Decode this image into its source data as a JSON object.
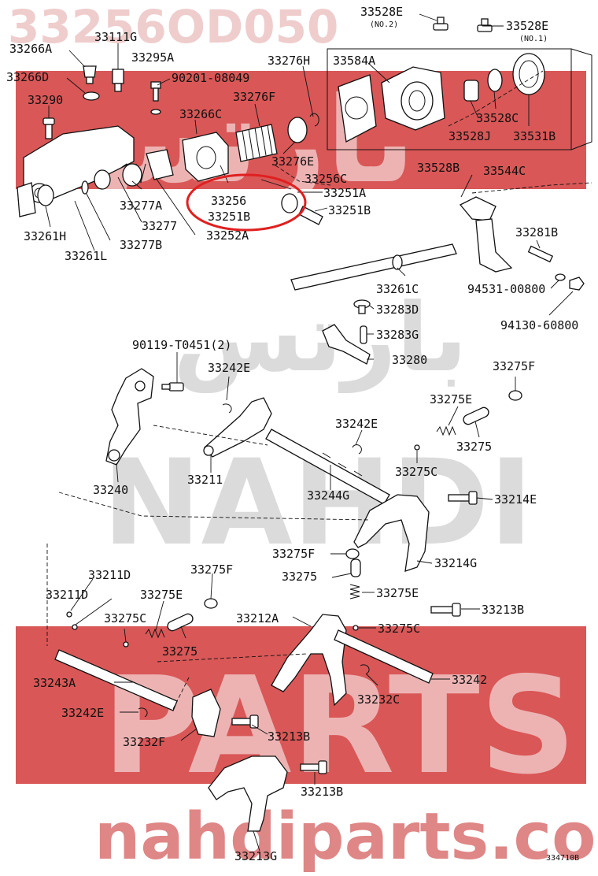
{
  "watermark": {
    "top_code": "33256OD050",
    "arabic": "بارتس",
    "nahdi": "NAHDI",
    "parts": "PARTS",
    "site": "nahdiparts.com",
    "colors": {
      "band": "#d23a3a",
      "site": "#d86868"
    }
  },
  "diagram_code": "334710B",
  "highlight": {
    "color": "#e02020",
    "parts": [
      "33256",
      "33251B"
    ]
  },
  "labels": {
    "p33528E_2": "33528E",
    "no2": "(NO.2)",
    "p33528E_1": "33528E",
    "no1": "(NO.1)",
    "p33266A": "33266A",
    "p33111G": "33111G",
    "p33295A": "33295A",
    "p33276H": "33276H",
    "p33584A": "33584A",
    "p33266D": "33266D",
    "p90201": "90201-08049",
    "p33290": "33290",
    "p33276F": "33276F",
    "p33266C": "33266C",
    "p33528C": "33528C",
    "p33528J": "33528J",
    "p33531B": "33531B",
    "p33276E": "33276E",
    "p33528B": "33528B",
    "p33544C": "33544C",
    "p33256C": "33256C",
    "p33256": "33256",
    "p33251A": "33251A",
    "p33251B_a": "33251B",
    "p33251B_b": "33251B",
    "p33277A": "33277A",
    "p33277": "33277",
    "p33261H": "33261H",
    "p33277B": "33277B",
    "p33252A": "33252A",
    "p33261L": "33261L",
    "p33281B": "33281B",
    "p33261C": "33261C",
    "p94531": "94531-00800",
    "p33283D": "33283D",
    "p94130": "94130-60800",
    "p33283G": "33283G",
    "p33280": "33280",
    "p90119": "90119-T0451(2)",
    "p33242E_a": "33242E",
    "p33275F_a": "33275F",
    "p33275E_a": "33275E",
    "p33242E_b": "33242E",
    "p33275_a": "33275",
    "p33240": "33240",
    "p33211": "33211",
    "p33244G": "33244G",
    "p33275C_a": "33275C",
    "p33214E": "33214E",
    "p33275F_b": "33275F",
    "p33214G": "33214G",
    "p33275_b": "33275",
    "p33211D_a": "33211D",
    "p33275F_c": "33275F",
    "p33211D_b": "33211D",
    "p33275E_b": "33275E",
    "p33275E_c": "33275E",
    "p33275C_b": "33275C",
    "p33212A": "33212A",
    "p33213B_a": "33213B",
    "p33275C_c": "33275C",
    "p33275_c": "33275",
    "p33243A": "33243A",
    "p33242": "33242",
    "p33232C": "33232C",
    "p33242E_c": "33242E",
    "p33232F": "33232F",
    "p33213B_b": "33213B",
    "p33213B_c": "33213B",
    "p33213G": "33213G"
  }
}
